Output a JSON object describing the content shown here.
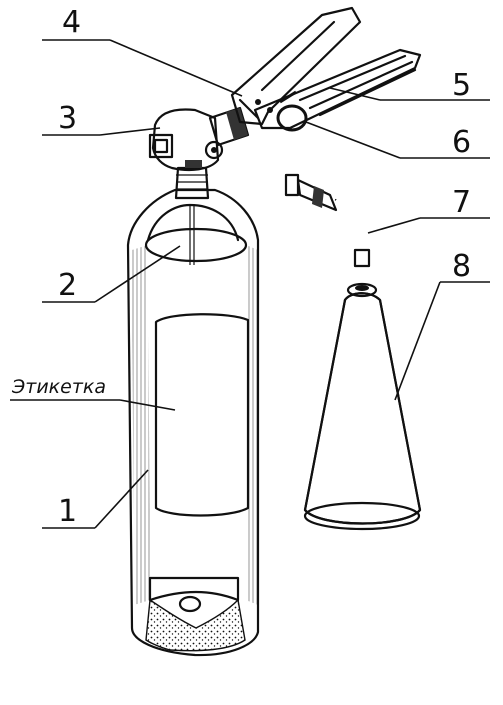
{
  "labels": {
    "n1": "1",
    "n2": "2",
    "n3": "3",
    "n4": "4",
    "n5": "5",
    "n6": "6",
    "n7": "7",
    "n8": "8",
    "etiketka": "Этикетка"
  }
}
